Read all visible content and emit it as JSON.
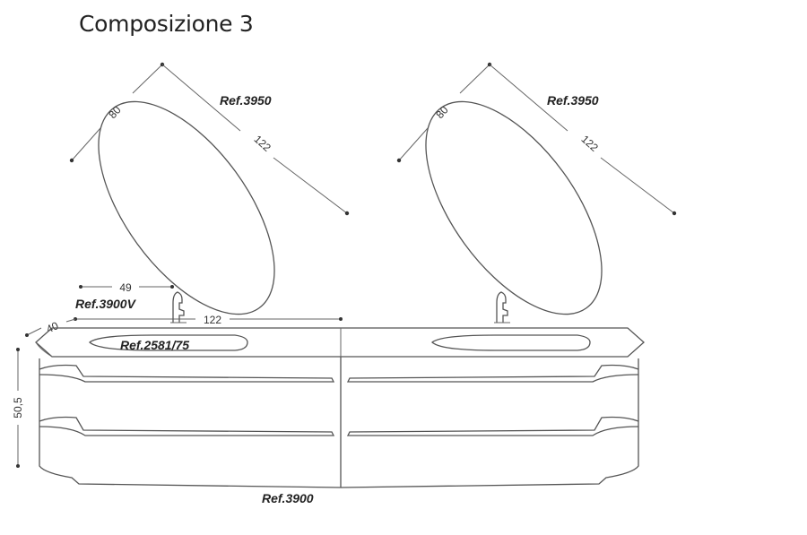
{
  "title": "Composizione 3",
  "labels": {
    "mirror_ref_left": "Ref.3950",
    "mirror_ref_right": "Ref.3950",
    "mirror_height_left": "80",
    "mirror_width_left": "122",
    "mirror_height_right": "80",
    "mirror_width_right": "122",
    "faucet_ref": "Ref.3900V",
    "faucet_offset": "49",
    "top_width": "122",
    "depth": "40",
    "basin_ref": "Ref.2581/75",
    "height": "50,5",
    "cabinet_ref": "Ref.3900"
  }
}
